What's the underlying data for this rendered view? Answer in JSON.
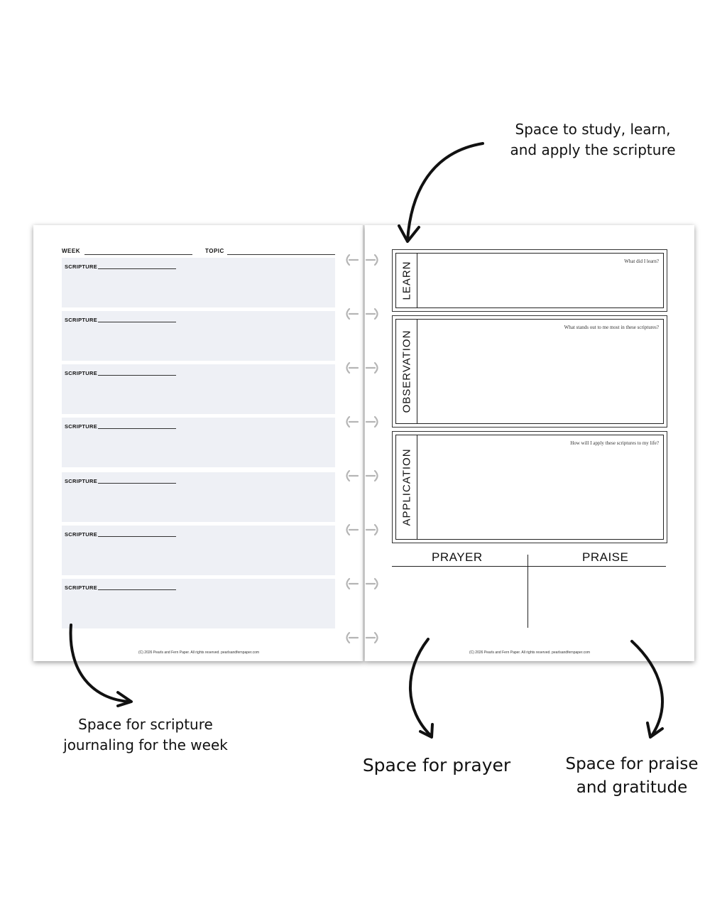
{
  "callouts": {
    "top_line1": "Space to study, learn,",
    "top_line2": "and apply the scripture",
    "left_line1": "Space for scripture",
    "left_line2": "journaling for the week",
    "prayer": "Space for prayer",
    "praise_line1": "Space for praise",
    "praise_line2": "and gratitude"
  },
  "left_page": {
    "week_label": "WEEK",
    "topic_label": "TOPIC",
    "scripture_boxes": [
      {
        "label": "SCRIPTURE"
      },
      {
        "label": "SCRIPTURE"
      },
      {
        "label": "SCRIPTURE"
      },
      {
        "label": "SCRIPTURE"
      },
      {
        "label": "SCRIPTURE"
      },
      {
        "label": "SCRIPTURE"
      },
      {
        "label": "SCRIPTURE"
      }
    ],
    "footer": "(C) 2026 Pearls and Fern Paper. All rights reserved. pearlsandfernpaper.com"
  },
  "right_page": {
    "sections": [
      {
        "tab": "LEARN",
        "question": "What did I learn?"
      },
      {
        "tab": "OBSERVATION",
        "question": "What stands out to me most in these scriptures?"
      },
      {
        "tab": "APPLICATION",
        "question": "How will I apply these scriptures to my life?"
      }
    ],
    "prayer_label": "PRAYER",
    "praise_label": "PRAISE",
    "footer": "(C) 2026 Pearls and Fern Paper. All rights reserved. pearlsandfernpaper.com"
  },
  "colors": {
    "box_fill": "#eef0f5",
    "ink": "#111111"
  }
}
